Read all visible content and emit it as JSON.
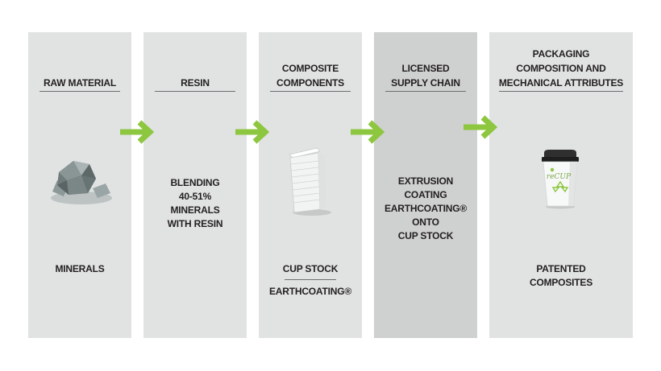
{
  "columns": [
    {
      "header": [
        "RAW MATERIAL"
      ],
      "body": [
        "MINERALS"
      ],
      "icon": "rock-icon"
    },
    {
      "header": [
        "RESIN"
      ],
      "body": [
        "BLENDING",
        "40-51%",
        "MINERALS",
        "WITH RESIN"
      ]
    },
    {
      "header": [
        "COMPOSITE",
        "COMPONENTS"
      ],
      "body": [
        "CUP STOCK"
      ],
      "body2": [
        "EARTHCOATING®"
      ],
      "icon": "paper-stack-icon"
    },
    {
      "header": [
        "LICENSED",
        "SUPPLY CHAIN"
      ],
      "body": [
        "EXTRUSION",
        "COATING",
        "EARTHCOATING®",
        "ONTO",
        "CUP STOCK"
      ]
    },
    {
      "header": [
        "PACKAGING",
        "COMPOSITION AND",
        "MECHANICAL ATTRIBUTES"
      ],
      "body": [
        "PATENTED",
        "COMPOSITES"
      ],
      "icon": "recup-cup-icon",
      "cup_text": "reCUP"
    }
  ],
  "colors": {
    "panel": "#e1e3e3",
    "panel_highlight": "#cfd0d0",
    "arrow": "#8dc63f",
    "text": "#231f20"
  }
}
